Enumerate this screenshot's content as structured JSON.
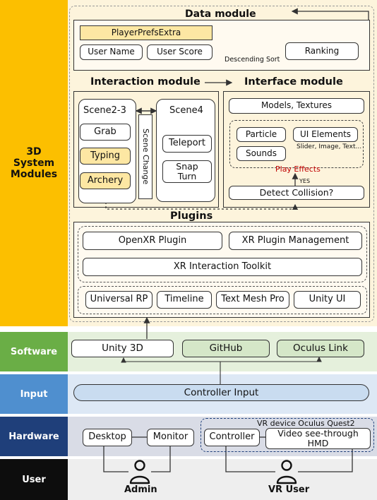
{
  "bands": {
    "modules_label": "3D System Modules",
    "software_label": "Software",
    "input_label": "Input",
    "hardware_label": "Hardware",
    "user_label": "User"
  },
  "data_module": {
    "title": "Data module",
    "player_prefs": "PlayerPrefsExtra",
    "user_name": "User Name",
    "user_score": "User Score",
    "sort_label": "Descending Sort",
    "ranking": "Ranking"
  },
  "interaction_module": {
    "title": "Interaction module",
    "scene23": "Scene2-3",
    "scene4": "Scene4",
    "grab": "Grab",
    "typing": "Typing",
    "archery": "Archery",
    "scene_change": "Scene Change",
    "teleport": "Teleport",
    "snap_turn": "Snap Turn"
  },
  "interface_module": {
    "title": "Interface module",
    "models": "Models, Textures",
    "particle": "Particle",
    "ui_elements": "UI Elements",
    "sounds": "Sounds",
    "ui_detail": "Slider, Image, Text...",
    "play_effects": "Play Effects",
    "yes": "YES",
    "detect": "Detect Collision?"
  },
  "plugins": {
    "title": "Plugins",
    "openxr": "OpenXR Plugin",
    "xr_mgmt": "XR Plugin Management",
    "xr_toolkit": "XR Interaction Toolkit",
    "urp": "Universal RP",
    "timeline": "Timeline",
    "tmp": "Text Mesh Pro",
    "unity_ui": "Unity UI"
  },
  "software": {
    "unity": "Unity 3D",
    "github": "GitHub",
    "oculus": "Oculus Link"
  },
  "input": {
    "controller_input": "Controller Input"
  },
  "hardware": {
    "desktop": "Desktop",
    "monitor": "Monitor",
    "vr_title": "VR device Oculus Quest2",
    "controller": "Controller",
    "hmd": "Video see-through HMD"
  },
  "users": {
    "admin": "Admin",
    "vr_user": "VR User"
  },
  "colors": {
    "modules": "#fcbf00",
    "software": "#6aae46",
    "input": "#4f8fcf",
    "hardware": "#1f3f7a",
    "user": "#0d0d0d",
    "play_effects": "#c00000"
  }
}
